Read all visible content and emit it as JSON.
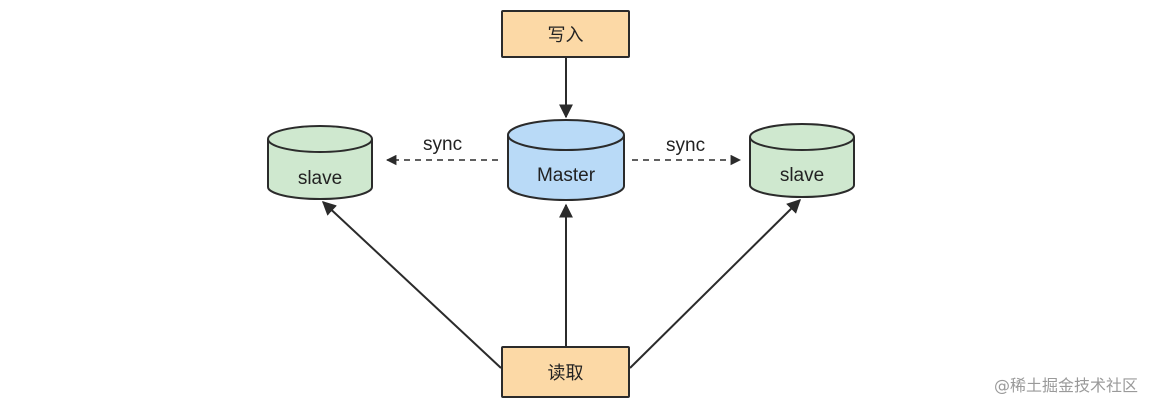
{
  "nodes": {
    "write": "写入",
    "read": "读取",
    "master": "Master",
    "slave_left": "slave",
    "slave_right": "slave"
  },
  "edges": {
    "sync_left": "sync",
    "sync_right": "sync"
  },
  "watermark": "@稀土掘金技术社区",
  "colors": {
    "box_fill": "#fcd9a6",
    "master_fill": "#b9daf7",
    "slave_fill": "#cfe8cf",
    "stroke": "#2b2b2b"
  }
}
